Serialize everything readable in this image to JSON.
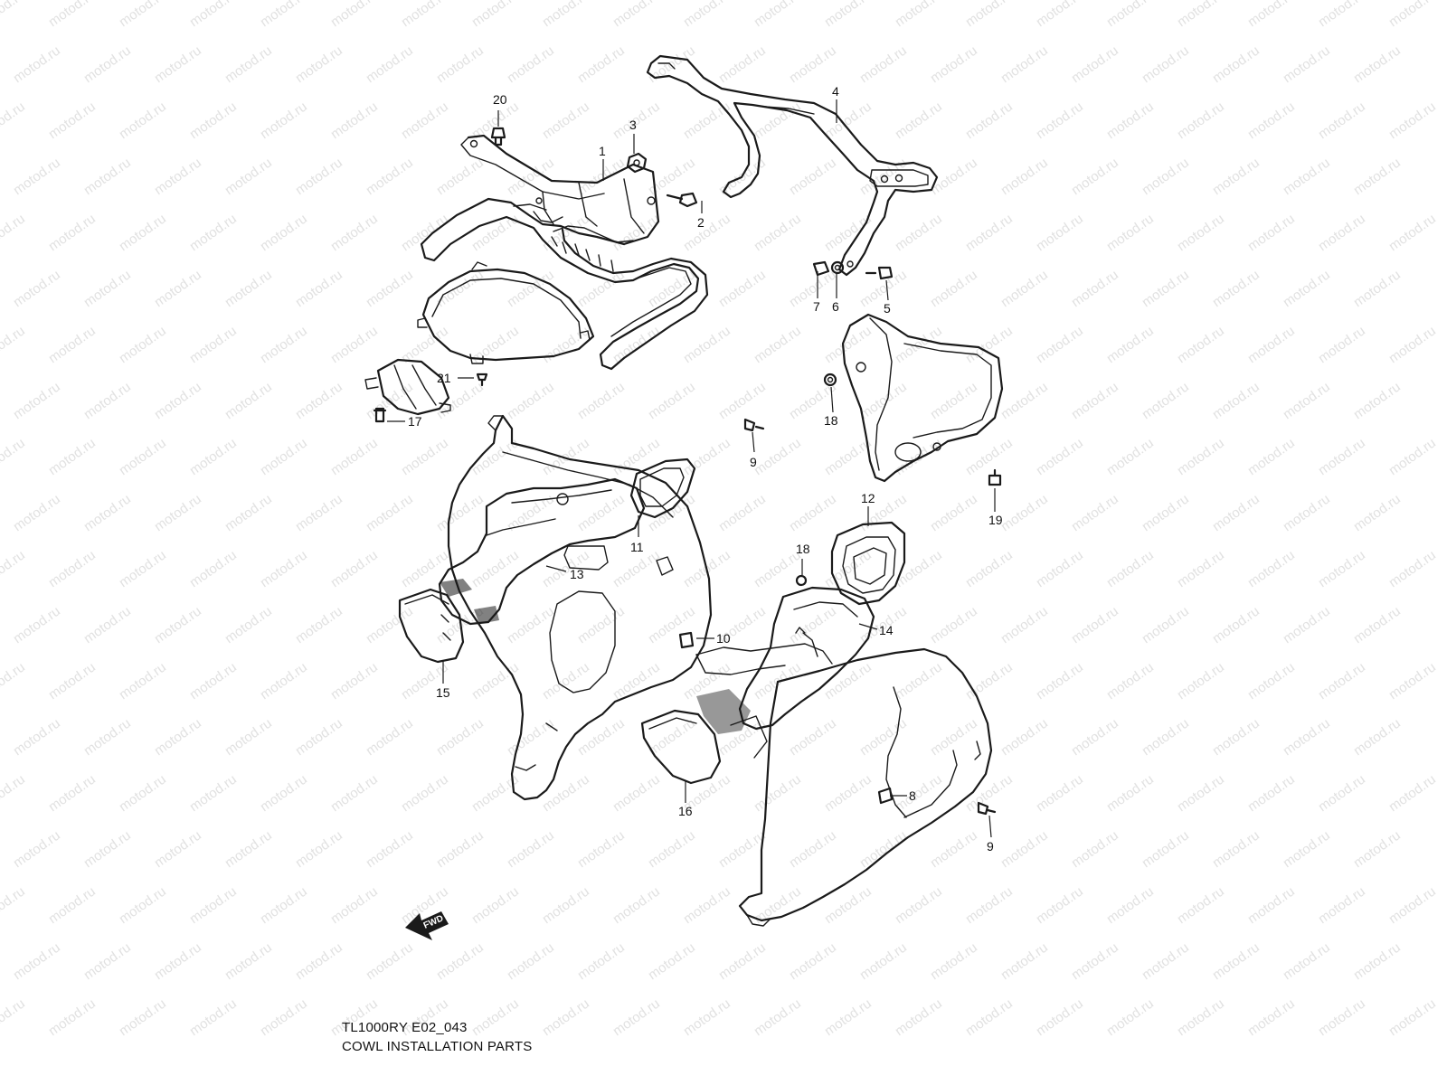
{
  "watermark": "motod.ru",
  "callouts": [
    {
      "id": "20",
      "label": "20"
    },
    {
      "id": "3",
      "label": "3"
    },
    {
      "id": "1",
      "label": "1"
    },
    {
      "id": "2",
      "label": "2"
    },
    {
      "id": "4",
      "label": "4"
    },
    {
      "id": "7",
      "label": "7"
    },
    {
      "id": "6",
      "label": "6"
    },
    {
      "id": "5",
      "label": "5"
    },
    {
      "id": "21",
      "label": "21"
    },
    {
      "id": "17",
      "label": "17"
    },
    {
      "id": "18a",
      "label": "18"
    },
    {
      "id": "9a",
      "label": "9"
    },
    {
      "id": "19",
      "label": "19"
    },
    {
      "id": "12",
      "label": "12"
    },
    {
      "id": "11",
      "label": "11"
    },
    {
      "id": "13",
      "label": "13"
    },
    {
      "id": "18b",
      "label": "18"
    },
    {
      "id": "14",
      "label": "14"
    },
    {
      "id": "10",
      "label": "10"
    },
    {
      "id": "15",
      "label": "15"
    },
    {
      "id": "8",
      "label": "8"
    },
    {
      "id": "16",
      "label": "16"
    },
    {
      "id": "9b",
      "label": "9"
    }
  ],
  "fwd_label": "FWD",
  "caption": {
    "model_code": "TL1000RY E02_043",
    "title": "COWL INSTALLATION PARTS"
  }
}
